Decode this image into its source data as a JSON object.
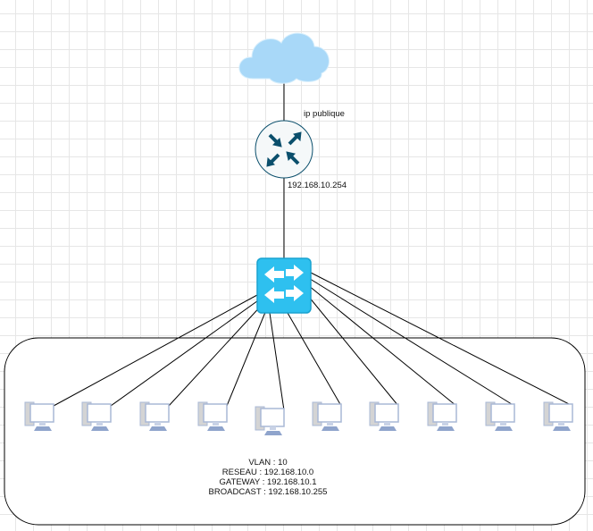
{
  "labels": {
    "public_ip": "ip publique",
    "router_ip": "192.168.10.254"
  },
  "network_info": {
    "vlan": "VLAN : 10",
    "network": "RESEAU : 192.168.10.0",
    "gateway": "GATEWAY : 192.168.10.1",
    "broadcast": "BROADCAST : 192.168.10.255"
  },
  "nodes": {
    "cloud": "cloud-icon",
    "router": "router-icon",
    "switch": "switch-icon",
    "pc_count": 10
  },
  "colors": {
    "cloud": "#a8d8f8",
    "router_arrows": "#0b4f6c",
    "switch": "#2ec0ef",
    "pc": "#a9b8d6"
  }
}
